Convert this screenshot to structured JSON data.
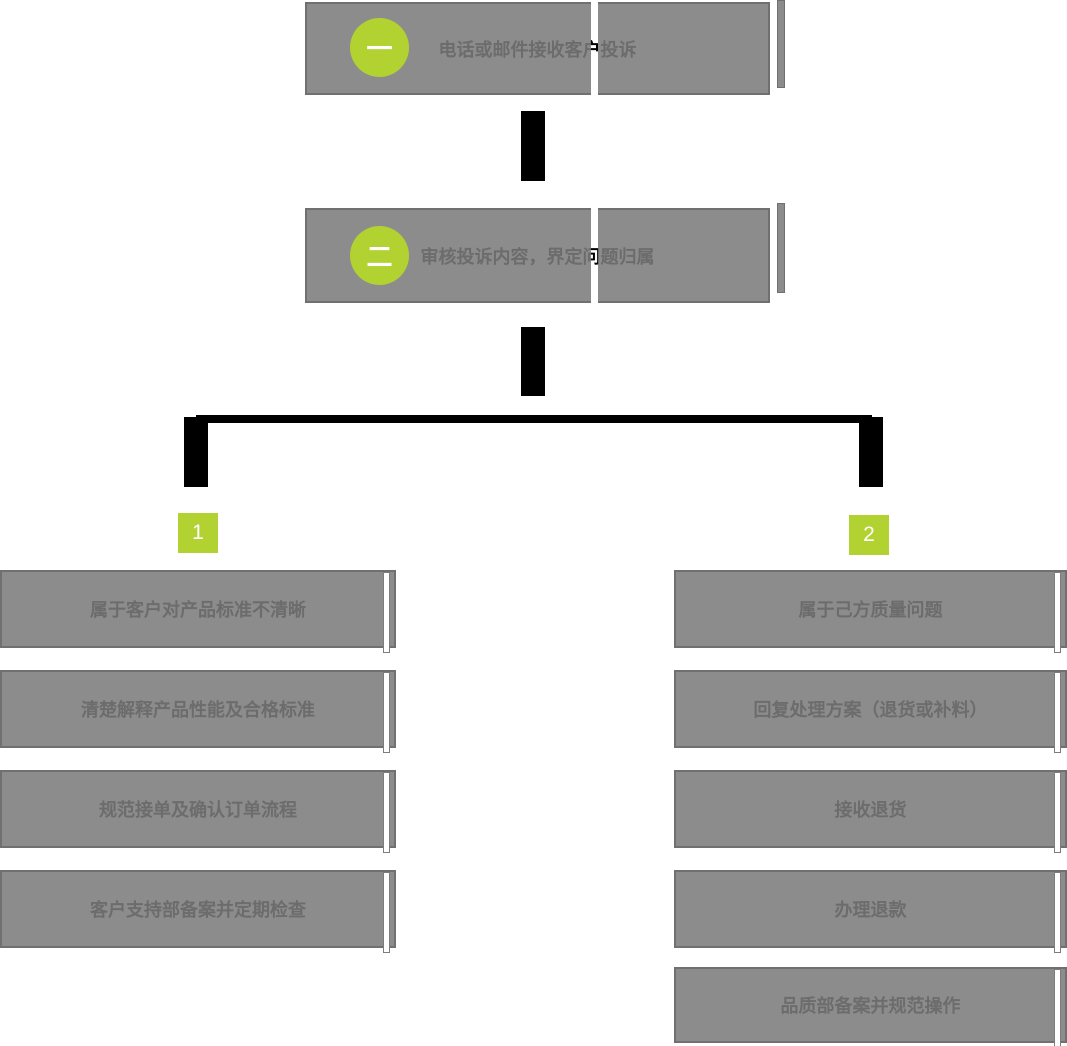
{
  "diagram": {
    "type": "flowchart",
    "background": "#ffffff",
    "colors": {
      "box_fill": "#8c8c8c",
      "box_edge": "#787878",
      "box_text": "#6c6c6c",
      "accent_green": "#b2d231",
      "badge_text": "#ffffff",
      "connector": "#000000",
      "slit_overlap_text": "#000000"
    },
    "steps": [
      {
        "badge": "一",
        "label": "电话或邮件接收客户投诉"
      },
      {
        "badge": "二",
        "label": "审核投诉内容，界定问题归属"
      }
    ],
    "branches": [
      {
        "badge": "1",
        "items": [
          "属于客户对产品标准不清晰",
          "清楚解释产品性能及合格标准",
          "规范接单及确认订单流程",
          "客户支持部备案并定期检查"
        ]
      },
      {
        "badge": "2",
        "items": [
          "属于己方质量问题",
          "回复处理方案（退货或补料）",
          "接收退货",
          "办理退款",
          "品质部备案并规范操作"
        ]
      }
    ]
  }
}
